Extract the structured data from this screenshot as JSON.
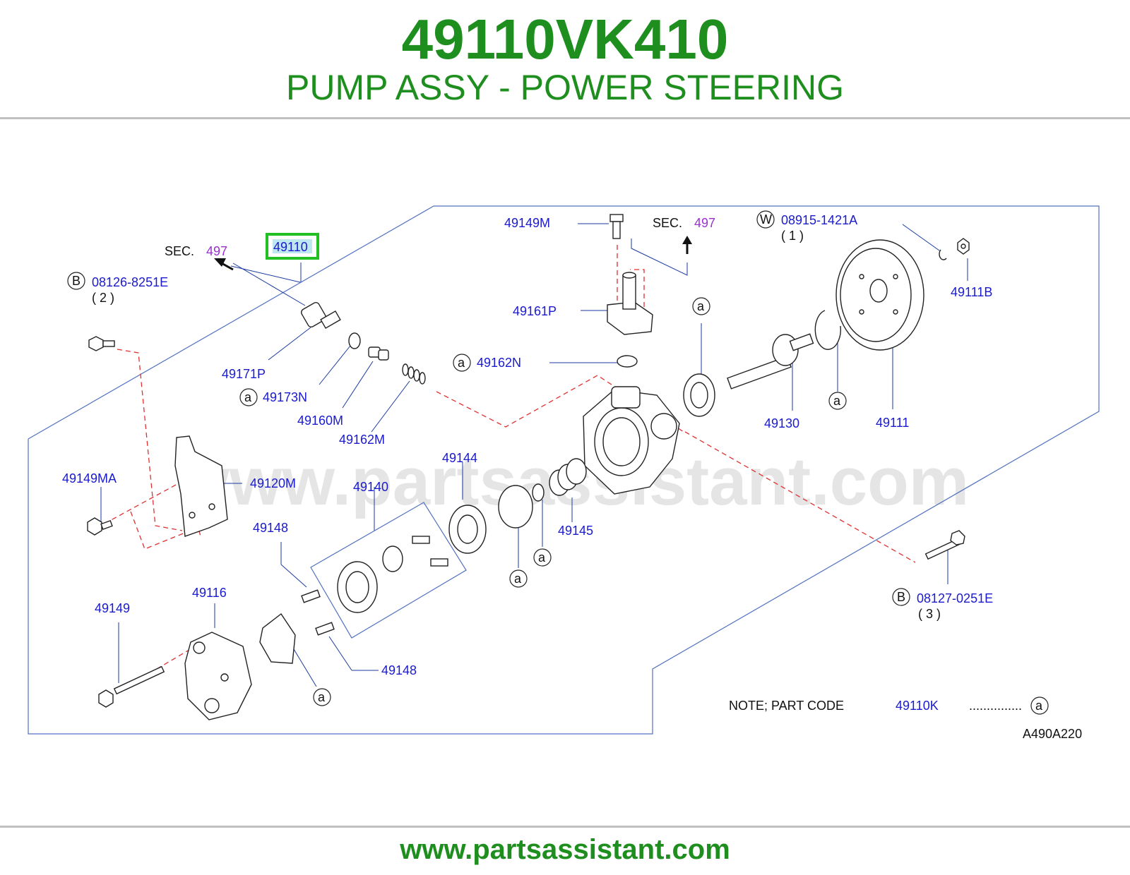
{
  "header": {
    "part_number": "49110VK410",
    "part_name": "PUMP ASSY - POWER STEERING"
  },
  "footer": {
    "website": "www.partsassistant.com"
  },
  "watermark": "www.partsassistant.com",
  "diagram": {
    "code": "A490A220",
    "highlighted_part": "49110",
    "sec_labels": [
      {
        "prefix": "SEC.",
        "ref": "497"
      },
      {
        "prefix": "SEC.",
        "ref": "497"
      }
    ],
    "callouts": [
      {
        "letter": "B",
        "part": "08126-8251E",
        "qty": "( 2 )"
      },
      {
        "letter": "W",
        "part": "08915-1421A",
        "qty": "( 1  )"
      },
      {
        "letter": "B",
        "part": "08127-0251E",
        "qty": "( 3 )"
      },
      {
        "letter": "a",
        "part": "49173N"
      },
      {
        "letter": "a",
        "part": "49162N"
      }
    ],
    "part_labels": [
      "49149M",
      "49161P",
      "49171P",
      "49160M",
      "49162M",
      "49144",
      "49140",
      "49145",
      "49130",
      "49111",
      "49111B",
      "49149MA",
      "49120M",
      "49148",
      "49148",
      "49116",
      "49149"
    ],
    "marker_letter": "a",
    "note": {
      "label": "NOTE;  PART  CODE",
      "code": "49110K",
      "dots": "...............",
      "letter": "a"
    }
  },
  "colors": {
    "brand_green": "#1e8f1e",
    "label_blue": "#1a1ad0",
    "sec_purple": "#9b30d0",
    "highlight_green": "#22c022",
    "dash_red": "#e03030"
  }
}
